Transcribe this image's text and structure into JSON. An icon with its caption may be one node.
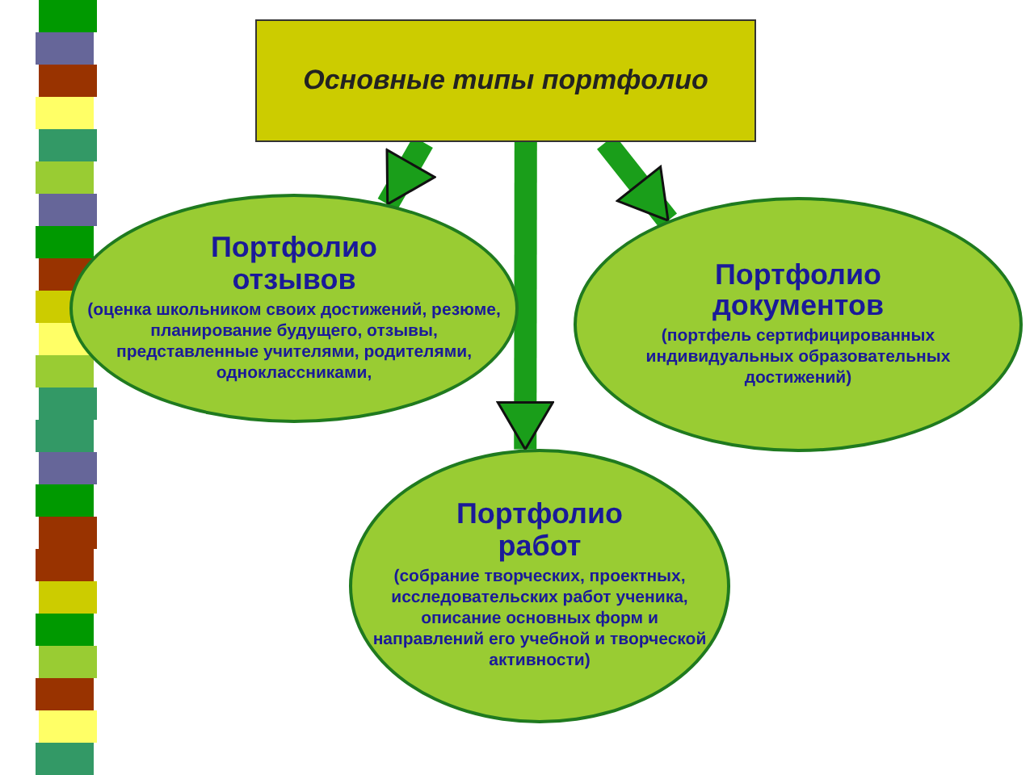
{
  "diagram": {
    "nodes": [
      {
        "text": [
          "Основные типы портфолио"
        ]
      },
      {
        "text": [
          "Портфолио отзывов",
          "(оценка школьником своих достижений, резюме, планирование будущего, отзывы, представленные учителями, родителями, одноклассниками,"
        ]
      },
      {
        "text": [
          "Портфолио документов",
          "(портфель сертифицированных индивидуальных образовательных достижений)"
        ]
      },
      {
        "text": [
          "Портфолио работ",
          "(собрание творческих, проектных, исследовательских работ ученика, описание основных форм и направлений его учебной и творческой активности)"
        ]
      }
    ],
    "edges": [
      {
        "from": 0,
        "to": 1,
        "arrow": "to"
      },
      {
        "from": 0,
        "to": 3,
        "arrow": "to"
      },
      {
        "from": 0,
        "to": 2,
        "arrow": "to"
      }
    ]
  }
}
